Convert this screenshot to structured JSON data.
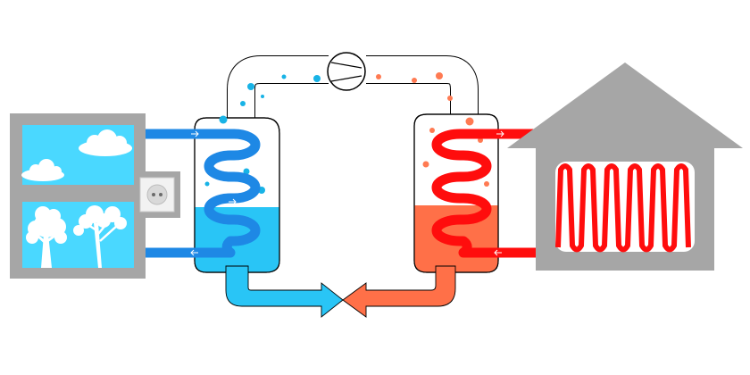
{
  "diagram": {
    "title": "",
    "components": [
      {
        "name": "outdoor-window",
        "icon": "window-icon"
      },
      {
        "name": "power-socket",
        "icon": "power-socket-icon"
      },
      {
        "name": "evaporator",
        "icon": "evaporator-tank-icon"
      },
      {
        "name": "compressor",
        "icon": "compressor-icon"
      },
      {
        "name": "condenser",
        "icon": "condenser-tank-icon"
      },
      {
        "name": "house",
        "icon": "house-icon"
      },
      {
        "name": "heating-coil",
        "icon": "heating-coil-icon"
      },
      {
        "name": "expansion-valve",
        "icon": "expansion-valve-icon"
      }
    ],
    "colors": {
      "cold_pipe": "#1e88e5",
      "cold_fluid": "#29c5f6",
      "cold_bubble": "#18b3e6",
      "hot_pipe": "#ff0d0d",
      "hot_fluid": "#ff7048",
      "hot_bubble": "#ff7a52",
      "sky": "#4ad8ff",
      "frame": "#a6a6a6",
      "house": "#a6a6a6",
      "outline": "#000000"
    }
  }
}
